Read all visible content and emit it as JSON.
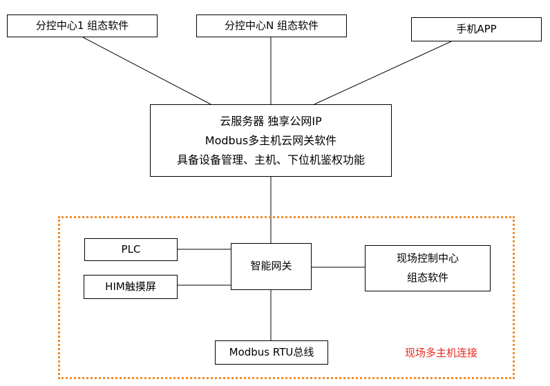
{
  "nodes": {
    "control_center_1": "分控中心1 组态软件",
    "control_center_n": "分控中心N 组态软件",
    "mobile_app": "手机APP",
    "cloud_server": {
      "line1": "云服务器 独享公网IP",
      "line2": "Modbus多主机云网关软件",
      "line3": "具备设备管理、主机、下位机鉴权功能"
    },
    "plc": "PLC",
    "hmi": "HIM触摸屏",
    "gateway": "智能网关",
    "field_control": {
      "line1": "现场控制中心",
      "line2": "组态软件"
    },
    "modbus_rtu": "Modbus RTU总线"
  },
  "field_group": {
    "title": "现场多主机连接"
  },
  "colors": {
    "line": "#000000",
    "group_border": "#f08c28",
    "group_title": "#e8281e"
  }
}
